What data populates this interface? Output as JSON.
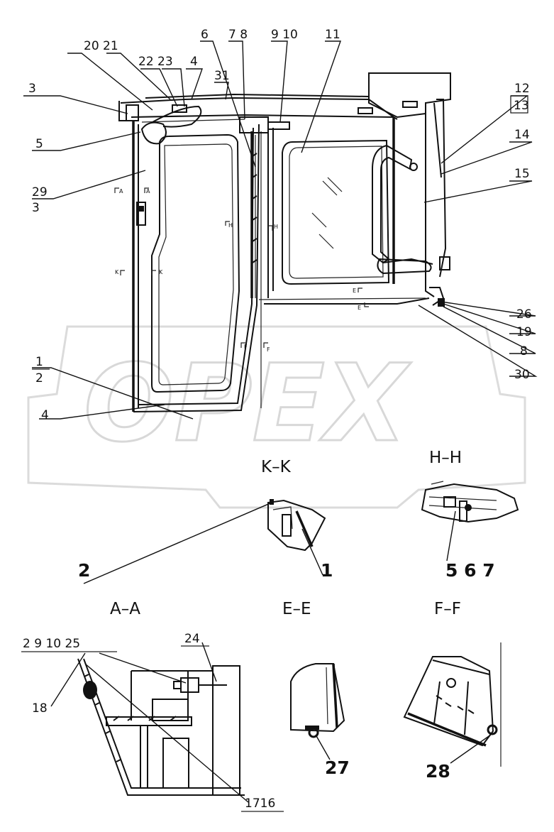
{
  "watermark": "OPEX",
  "callouts": {
    "c20_21": "20 21",
    "c22_23": "22 23",
    "c4a": "4",
    "c31": "31",
    "c6": "6",
    "c7_8": "7 8",
    "c9_10": "9 10",
    "c11": "11",
    "c3a": "3",
    "c5a": "5",
    "c29": "29",
    "c3b": "3",
    "c12": "12",
    "c13": "13",
    "c14": "14",
    "c15": "15",
    "c1": "1",
    "c2": "2",
    "c4b": "4",
    "c26": "26",
    "c19": "19",
    "c8": "8",
    "c30": "30",
    "kk_2": "2",
    "kk_1": "1",
    "hh_567": "5 6 7",
    "aa_2_9_10_25": "2  9  10 25",
    "aa_24": "24",
    "aa_18": "18",
    "aa_1716": "1716",
    "ee_27": "27",
    "ff_28": "28"
  },
  "section_titles": {
    "kk": "K–K",
    "hh": "H–H",
    "aa": "A–A",
    "ee": "E–E",
    "ff": "F–F"
  },
  "cut_marks": {
    "a1": "A",
    "a2": "A",
    "k1": "K",
    "k2": "K",
    "h1": "H",
    "h2": "H",
    "e1": "E",
    "e2": "E",
    "f1": "F",
    "f2": "F"
  }
}
